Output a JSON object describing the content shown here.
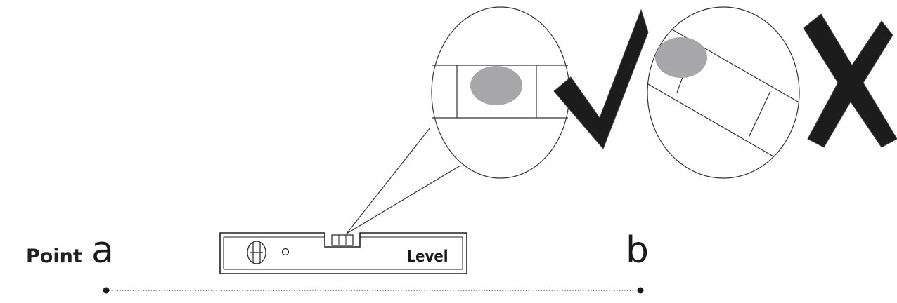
{
  "diagram": {
    "point_label": "Point",
    "point_a": "a",
    "point_b": "b",
    "level_label": "Level",
    "colors": {
      "line": "#222222",
      "bubble": "#a7a7a9",
      "mark": "#1c1c1c"
    },
    "icons": {
      "correct": "check-mark-icon",
      "wrong": "cross-mark-icon"
    }
  }
}
